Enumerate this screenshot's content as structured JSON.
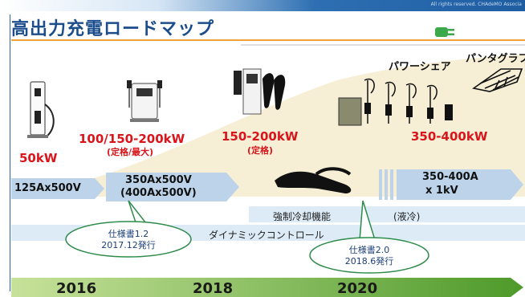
{
  "header": {
    "rights": "All rights reserved. CHAdeMO Associa",
    "title": "高出力充電ロードマップ"
  },
  "power_labels": {
    "p50": "50kW",
    "p100": "100/150-200kW",
    "p100_note": "(定格/最大)",
    "p150": "150-200kW",
    "p150_note": "(定格)",
    "p350": "350-400kW",
    "power_share": "パワーシェア",
    "pantograph": "パンタグラフ"
  },
  "current_arrows": {
    "a1": "125Ax500V",
    "a2_line1": "350Ax500V",
    "a2_line2": "(400Ax500V)",
    "a3_line1": "350-400A",
    "a3_line2": "x  1kV"
  },
  "features": {
    "forced_cooling": "強制冷却機能",
    "liquid_cooled": "(液冷)",
    "dynamic_control": "ダイナミックコントロール"
  },
  "callouts": {
    "spec12_line1": "仕様書1.2",
    "spec12_line2": "2017.12発行",
    "spec20_line1": "仕様書2.0",
    "spec20_line2": "2018.6発行"
  },
  "timeline": {
    "years": [
      "2016",
      "2018",
      "2020"
    ]
  },
  "colors": {
    "title": "#1b4d8c",
    "power_red": "#d9141a",
    "arrow_blue": "#bcd3ea",
    "band_blue": "#dcebf6",
    "timeline_green": "#78b43a",
    "wedge_beige": "#f6efd6"
  }
}
